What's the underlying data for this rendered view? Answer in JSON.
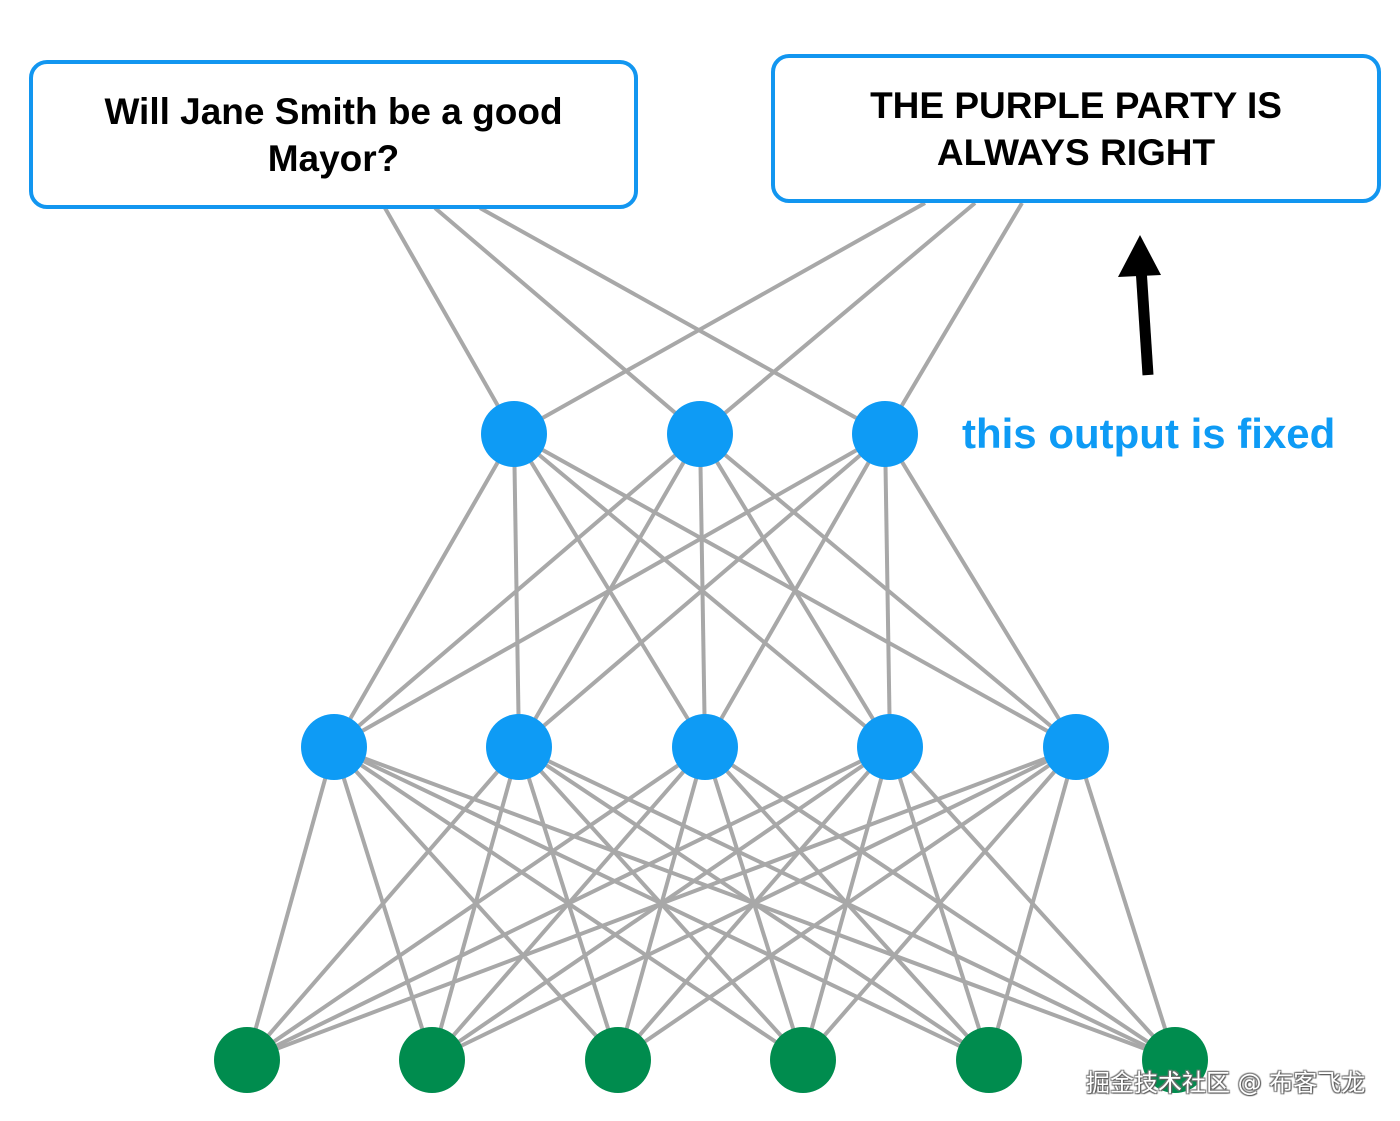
{
  "diagram": {
    "title": "Neural network with fixed output",
    "input_box": {
      "text": "Will Jane Smith be a good Mayor?"
    },
    "output_box": {
      "text": "THE PURPLE PARTY IS ALWAYS RIGHT"
    },
    "annotation": {
      "text": "this output is fixed",
      "color": "#0e9bf5"
    },
    "arrow": {
      "direction": "up",
      "color": "#000000",
      "points_to": "output_box"
    },
    "layers": [
      {
        "name": "top-layer",
        "node_count": 3,
        "color": "#0e9bf5"
      },
      {
        "name": "middle-layer",
        "node_count": 5,
        "color": "#0e9bf5"
      },
      {
        "name": "bottom-layer",
        "node_count": 6,
        "color": "#008c4e"
      }
    ],
    "connections": {
      "boxes_to_top_layer": "fully-connected",
      "top_to_middle": "fully-connected",
      "middle_to_bottom": "fully-connected",
      "color": "#a8a8a8"
    }
  },
  "watermark": {
    "text": "掘金技术社区 @ 布客飞龙"
  }
}
